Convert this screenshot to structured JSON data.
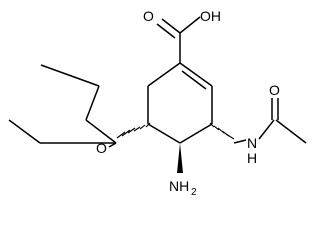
{
  "molecule": {
    "atom_labels": {
      "carboxyl_oxygen": "O",
      "hydroxyl": "OH",
      "ether_oxygen": "O",
      "amine_symbol": "NH",
      "amine_subscript": "2",
      "amide_nitrogen_symbol": "N",
      "amide_nitrogen_h": "H",
      "amide_oxygen": "O"
    }
  }
}
